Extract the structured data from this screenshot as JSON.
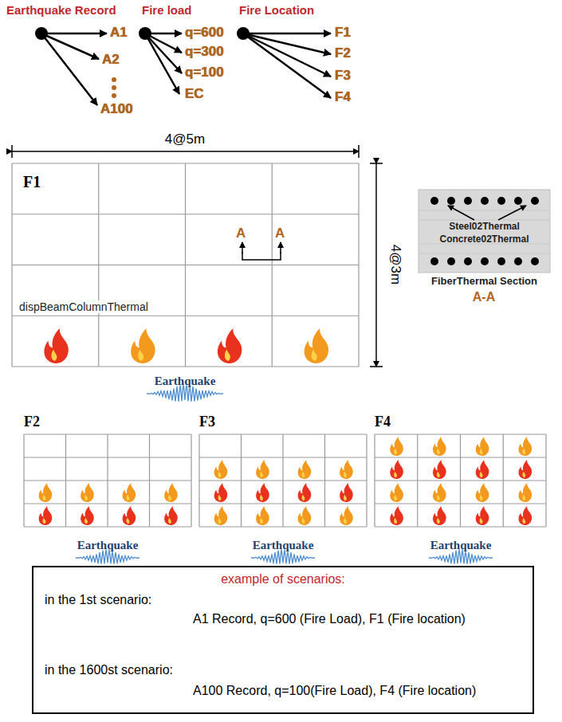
{
  "diagram": {
    "nodes": [
      {
        "text": [
          "F1"
        ]
      },
      {
        "text": [
          "F2"
        ]
      },
      {
        "text": [
          "F3"
        ]
      },
      {
        "text": [
          "F4"
        ]
      },
      {
        "text": [
          "Steel02Thermal",
          "Concrete02Thermal",
          "FiberThermal Section"
        ]
      },
      {
        "text": [
          "example of scenarios:",
          "in the 1st scenario:",
          "A1 Record, q=600 (Fire Load), F1 (Fire location)",
          "in the 1600st scenario:",
          "A100 Record, q=100(Fire Load), F4 (Fire location)"
        ]
      }
    ],
    "labels": [
      "Earthquake Record",
      "Fire load",
      "Fire Location",
      "A1",
      "A2",
      "A100",
      "q=600",
      "q=300",
      "q=100",
      "EC",
      "F1",
      "F2",
      "F3",
      "F4",
      "4@5m",
      "4@3m",
      "A",
      "A",
      "dispBeamColumnThermal",
      "Earthquake",
      "Earthquake",
      "Earthquake",
      "Earthquake",
      "A-A"
    ]
  }
}
